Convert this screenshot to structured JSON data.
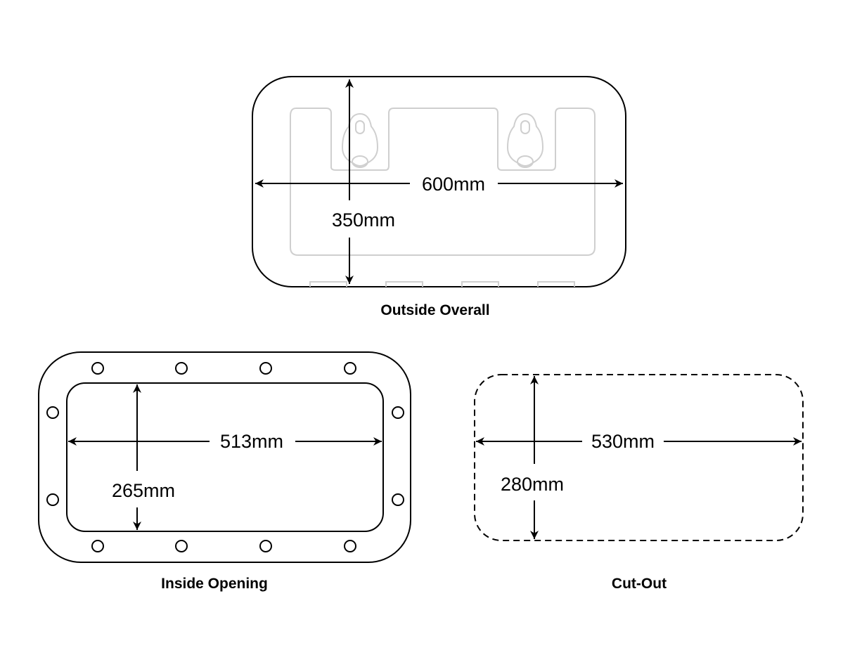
{
  "outside_overall": {
    "caption": "Outside Overall",
    "width_label": "600mm",
    "height_label": "350mm"
  },
  "inside_opening": {
    "caption": "Inside Opening",
    "width_label": "513mm",
    "height_label": "265mm"
  },
  "cut_out": {
    "caption": "Cut-Out",
    "width_label": "530mm",
    "height_label": "280mm"
  }
}
